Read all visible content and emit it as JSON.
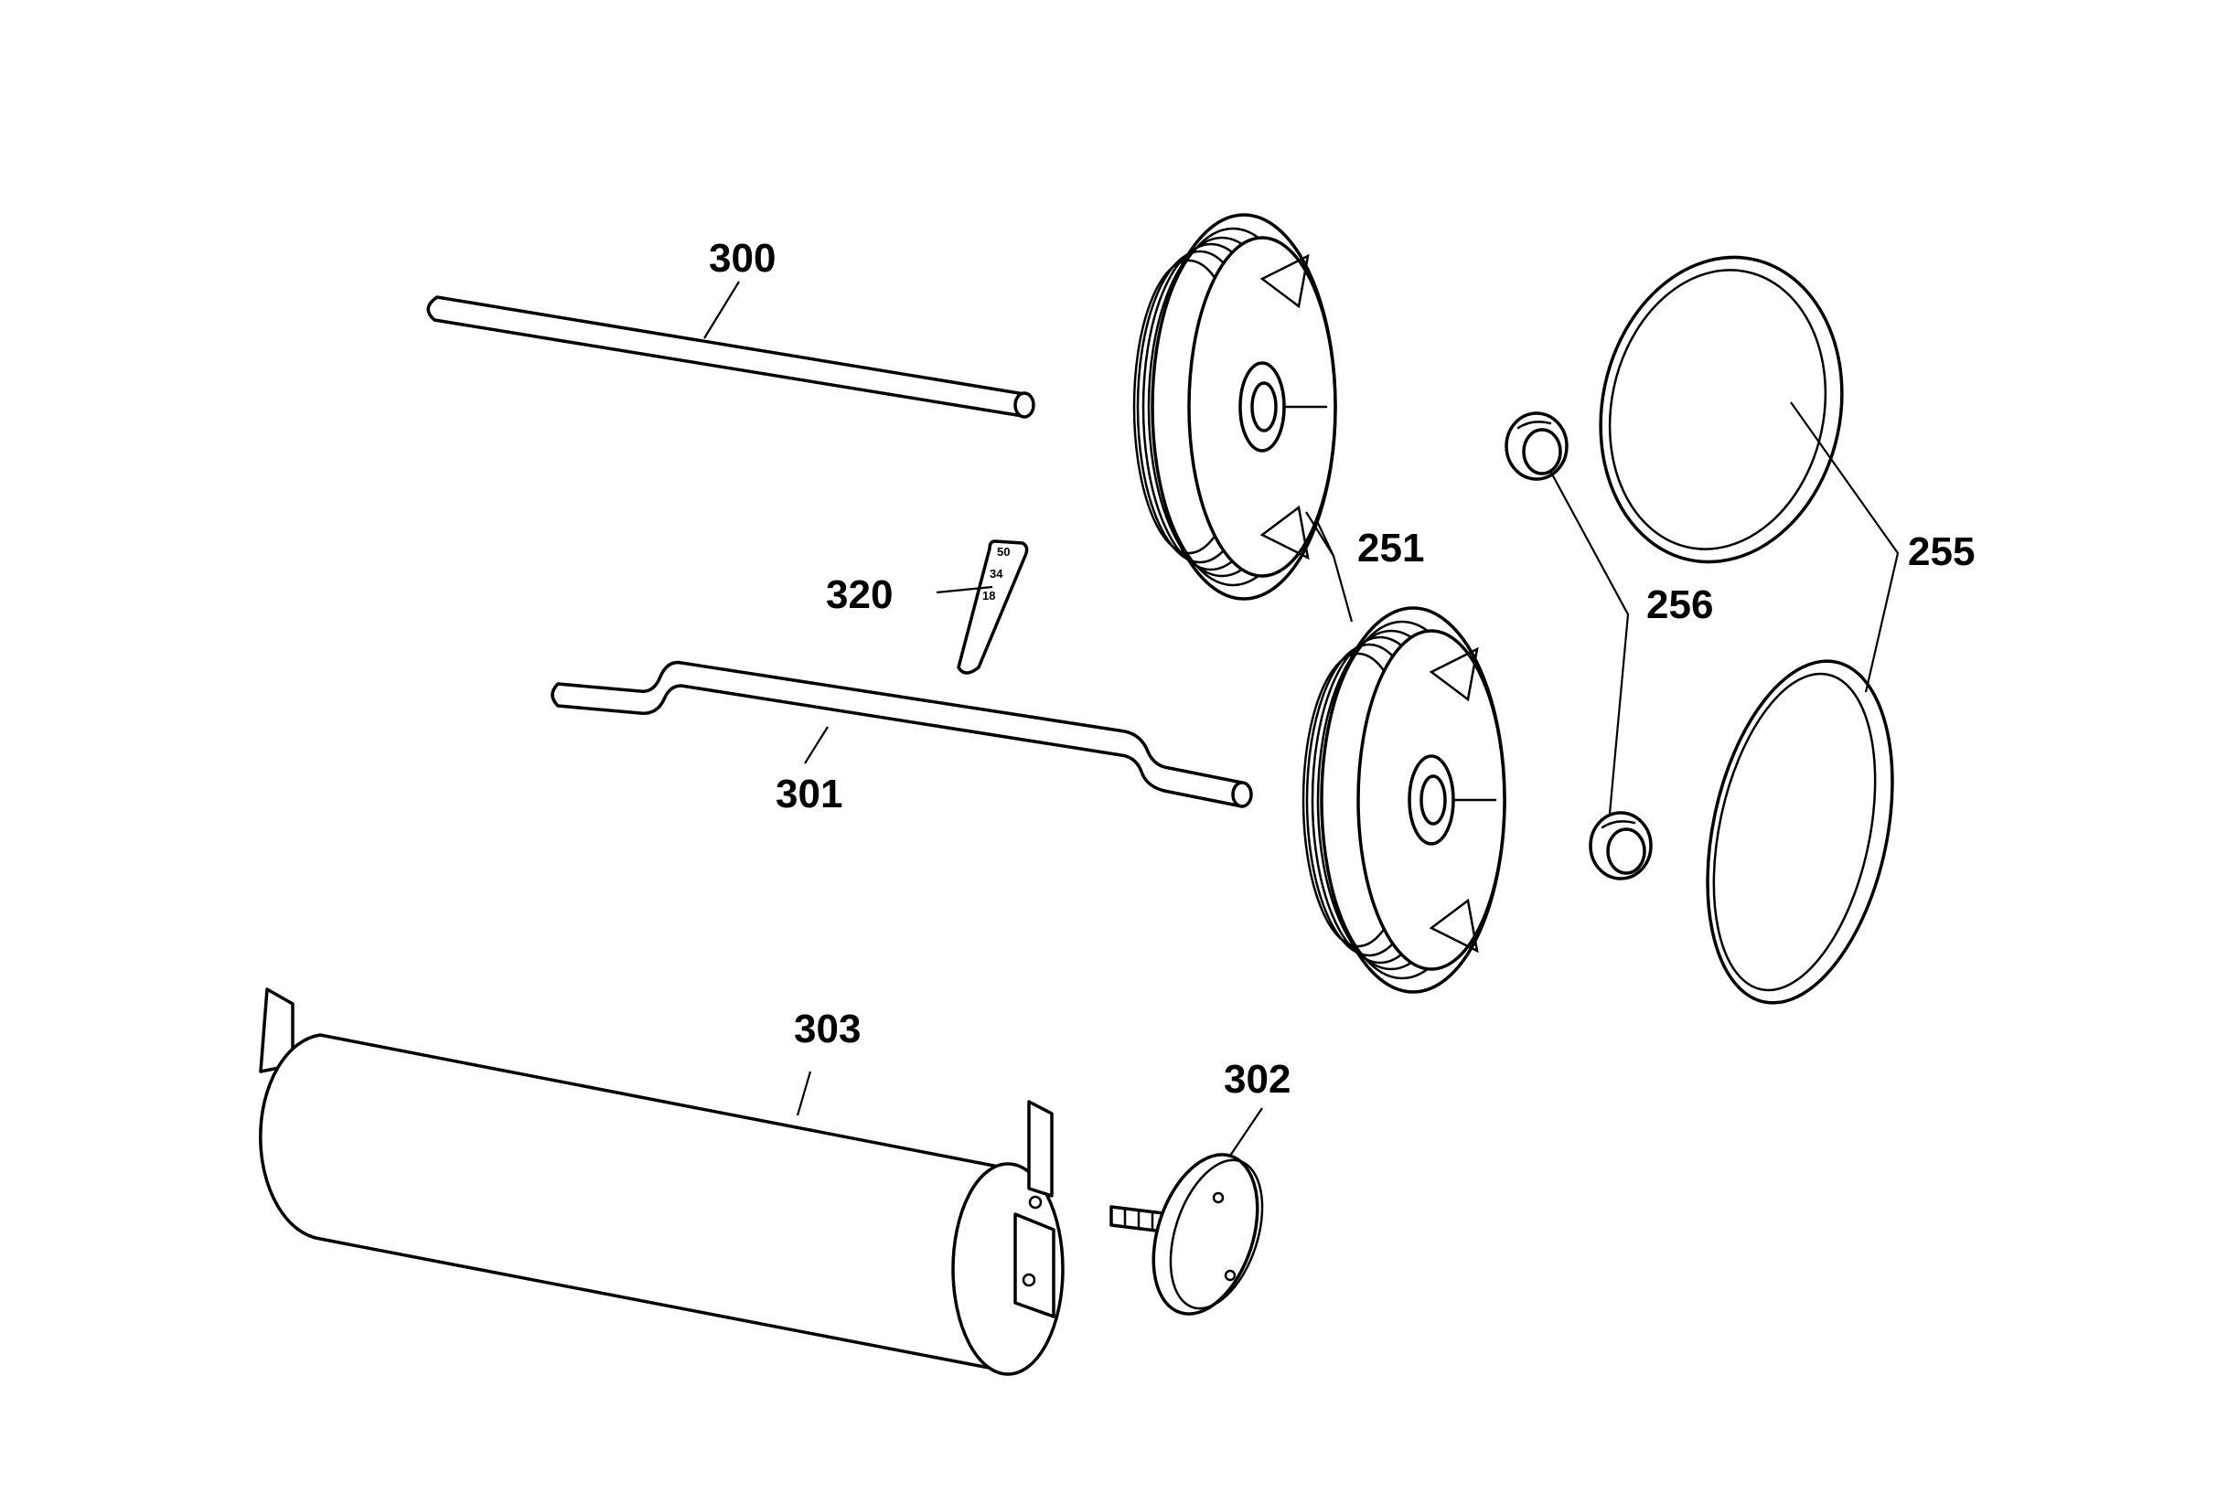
{
  "callouts": {
    "p300": "300",
    "p320": "320",
    "p301": "301",
    "p251": "251",
    "p256": "256",
    "p255": "255",
    "p303": "303",
    "p302": "302"
  },
  "indicator_marks": [
    "50",
    "34",
    "18"
  ]
}
